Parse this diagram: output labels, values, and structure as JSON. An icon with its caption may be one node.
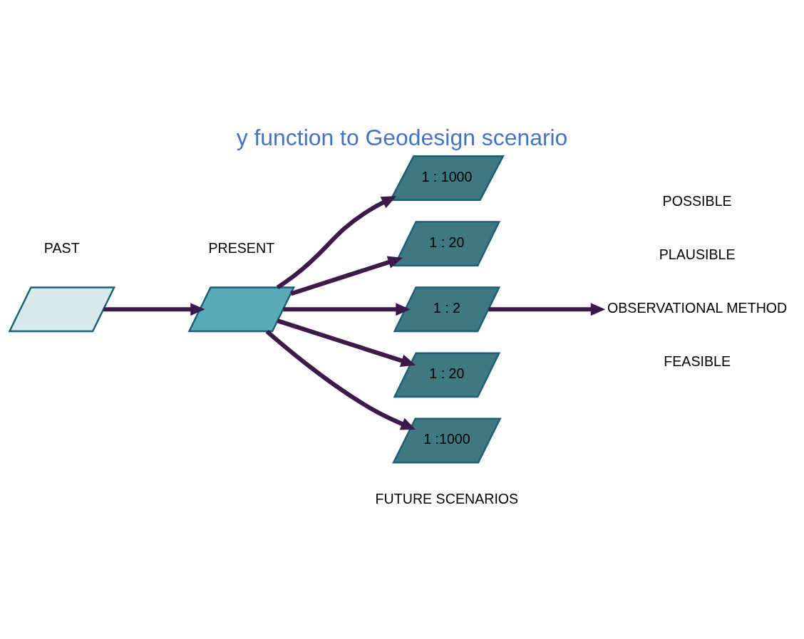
{
  "diagram": {
    "title": "y function to Geodesign scenario",
    "nodes": [
      {
        "text": [],
        "shape": "parallelogram"
      },
      {
        "text": [],
        "shape": "parallelogram"
      },
      {
        "text": [
          "1 : 1000"
        ]
      },
      {
        "text": [
          "1 : 20"
        ]
      },
      {
        "text": [
          "1 : 2"
        ]
      },
      {
        "text": [
          "1 : 20"
        ]
      },
      {
        "text": [
          "1 :1000"
        ]
      },
      {
        "text": [
          "OBSERVATIONAL METHOD"
        ]
      }
    ],
    "edges": [
      {
        "from": 0,
        "to": 1,
        "arrow": "to"
      },
      {
        "from": 1,
        "to": 2,
        "arrow": "to"
      },
      {
        "from": 1,
        "to": 3,
        "arrow": "to"
      },
      {
        "from": 1,
        "to": 4,
        "arrow": "to"
      },
      {
        "from": 1,
        "to": 5,
        "arrow": "to"
      },
      {
        "from": 1,
        "to": 6,
        "arrow": "to"
      },
      {
        "from": 4,
        "to": 7,
        "arrow": "to"
      }
    ],
    "labels": [
      "POSSIBLE",
      "PLAUSIBLE",
      "FEASIBLE",
      "PAST",
      "PRESENT",
      "FUTURE SCENARIOS"
    ]
  }
}
